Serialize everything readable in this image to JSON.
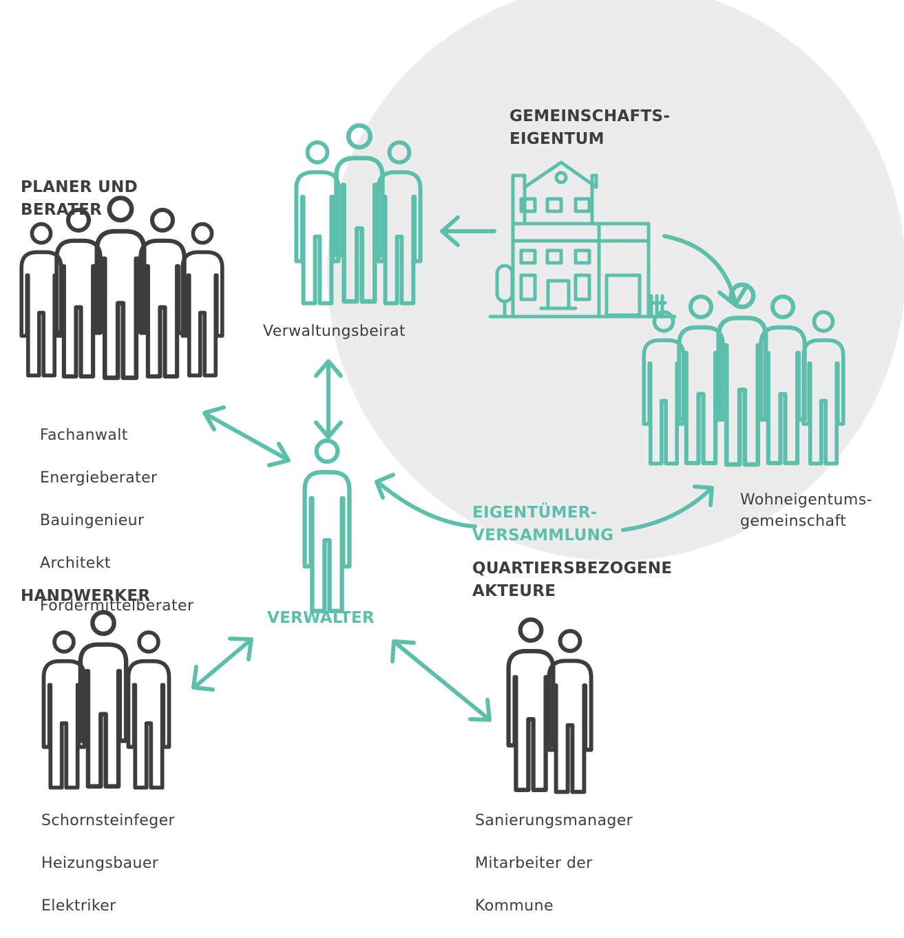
{
  "colors": {
    "teal": "#5bbfac",
    "dark": "#3d3d3d",
    "circle": "#ececec"
  },
  "ownership": {
    "title": "GEMEINSCHAFTS-\nEIGENTUM",
    "icon": "apartment-building-icon"
  },
  "advisory_board": {
    "label": "Verwaltungsbeirat",
    "icon": "people-group-icon"
  },
  "owners_association": {
    "label": "Wohneigentums-\ngemeinschaft",
    "icon": "people-group-icon"
  },
  "planners": {
    "title": "PLANER UND\nBERATER",
    "items": [
      "Fachanwalt",
      "Energieberater",
      "Bauingenieur",
      "Architekt",
      "Fördermittelberater"
    ],
    "icon": "people-group-icon"
  },
  "manager": {
    "label": "VERWALTER",
    "icon": "person-icon"
  },
  "owners_meeting": {
    "label": "EIGENTÜMER-\nVERSAMMLUNG"
  },
  "craftsmen": {
    "title": "HANDWERKER",
    "items": [
      "Schornsteinfeger",
      "Heizungsbauer",
      "Elektriker"
    ],
    "icon": "people-group-icon"
  },
  "district": {
    "title": "QUARTIERSBEZOGENE\nAKTEURE",
    "items": [
      "Sanierungsmanager",
      "Mitarbeiter der",
      "Kommune"
    ],
    "icon": "people-group-icon"
  }
}
